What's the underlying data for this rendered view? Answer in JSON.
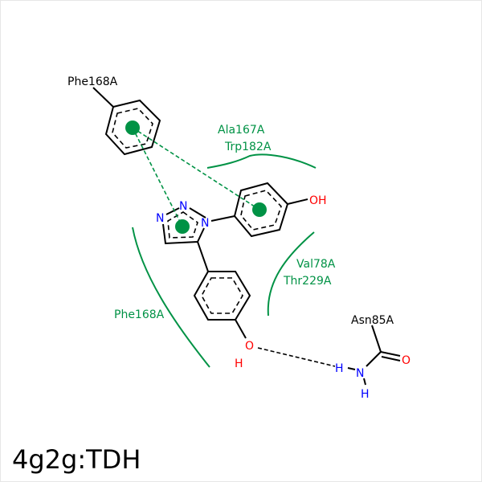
{
  "residues": {
    "phe168_top": "Phe168A",
    "ala167": "Ala167A",
    "trp182": "Trp182A",
    "val78": "Val78A",
    "thr229": "Thr229A",
    "phe168_left": "Phe168A",
    "asn85": "Asn85A"
  },
  "atoms": {
    "triazole_n1": "N",
    "triazole_n2": "N",
    "triazole_n3": "N",
    "phenol_oh": "OH",
    "lower_o": "O",
    "lower_h": "H",
    "asn_o": "O",
    "asn_n": "N",
    "asn_h1": "H",
    "asn_h2": "H"
  },
  "colors": {
    "hydrophobic": "#009245",
    "oxygen": "#ff0000",
    "nitrogen": "#0000ff"
  },
  "title": "4g2g:TDH"
}
